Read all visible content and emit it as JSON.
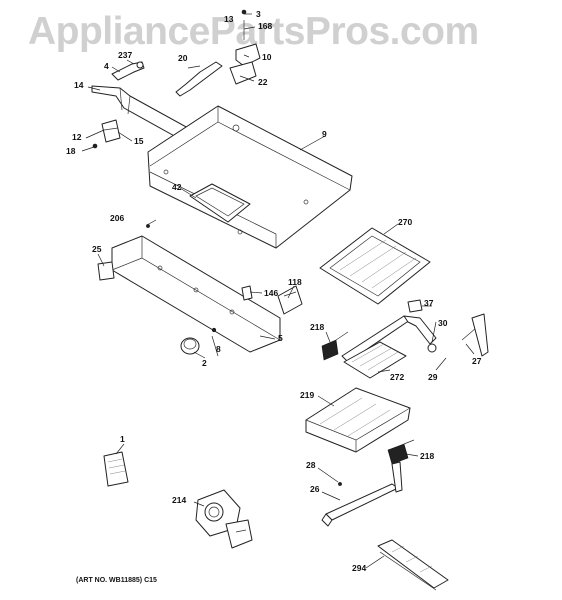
{
  "watermark": "AppliancePartsPros.com",
  "art_number": "(ART NO. WB11885) C15",
  "callouts": {
    "p1": "1",
    "p2": "2",
    "p3": "3",
    "p4": "4",
    "p5": "5",
    "p8": "8",
    "p9": "9",
    "p10": "10",
    "p12": "12",
    "p13": "13",
    "p14": "14",
    "p15": "15",
    "p18": "18",
    "p20": "20",
    "p22": "22",
    "p25": "25",
    "p26": "26",
    "p27": "27",
    "p28": "28",
    "p29": "29",
    "p30": "30",
    "p37": "37",
    "p42": "42",
    "p118": "118",
    "p146": "146",
    "p168": "168",
    "p206": "206",
    "p214": "214",
    "p218a": "218",
    "p218b": "218",
    "p219": "219",
    "p237": "237",
    "p270": "270",
    "p272": "272",
    "p294": "294"
  }
}
